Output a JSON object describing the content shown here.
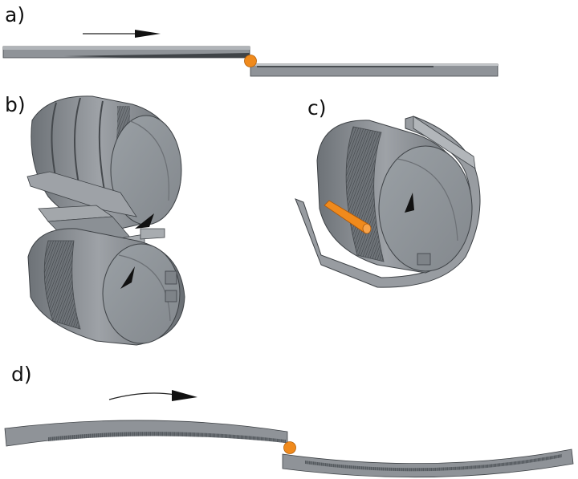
{
  "labels": {
    "a": "a)",
    "b": "b)",
    "c": "c)",
    "d": "d)"
  },
  "colors": {
    "metal_light": "#9a9ea3",
    "metal_mid": "#7f8489",
    "metal_dark": "#54585d",
    "metal_edge": "#3e4246",
    "knurl": "#4a4e52",
    "accent_orange": "#f08a1c",
    "arrow": "#111111"
  }
}
